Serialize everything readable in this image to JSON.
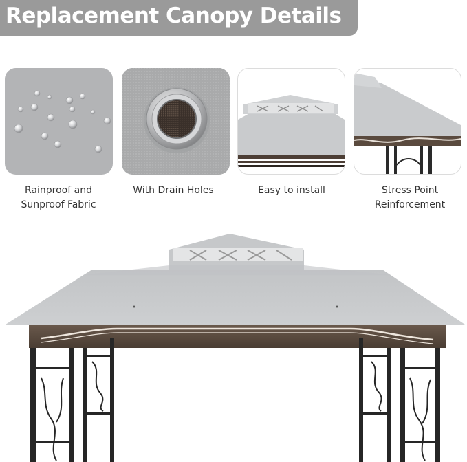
{
  "banner": {
    "title": "Replacement Canopy Details"
  },
  "features": [
    {
      "label": "Rainproof and\nSunproof Fabric",
      "icon": "water-droplets-icon"
    },
    {
      "label": "With Drain Holes",
      "icon": "grommet-icon"
    },
    {
      "label": "Easy to install",
      "icon": "canopy-top-icon"
    },
    {
      "label": "Stress Point\nReinforcement",
      "icon": "canopy-corner-icon"
    }
  ],
  "colors": {
    "banner": "#9a9a9a",
    "canopy": "#c9cbcd",
    "valance": "#5a4a3e",
    "frame": "#2a2a2a"
  }
}
